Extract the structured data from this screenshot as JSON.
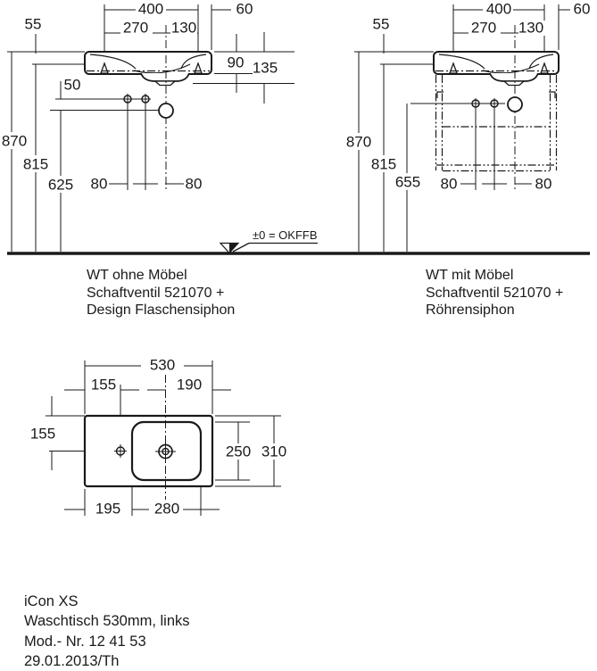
{
  "drawing": {
    "front_left": {
      "caption": [
        "WT ohne Möbel",
        "Schaftventil 521070 +",
        "Design Flaschensiphon"
      ],
      "d400": "400",
      "d60": "60",
      "d55": "55",
      "d270": "270",
      "d130": "130",
      "d90": "90",
      "d135": "135",
      "d50": "50",
      "d870": "870",
      "d815": "815",
      "d625": "625",
      "d80a": "80",
      "d80b": "80"
    },
    "front_right": {
      "caption": [
        "WT mit Möbel",
        "Schaftventil 521070 +",
        "Röhrensiphon"
      ],
      "d400": "400",
      "d60": "60",
      "d55": "55",
      "d270": "270",
      "d130": "130",
      "d870": "870",
      "d815": "815",
      "d655": "655",
      "d80a": "80",
      "d80b": "80"
    },
    "plan": {
      "d530": "530",
      "d155top": "155",
      "d190": "190",
      "d155side": "155",
      "d250": "250",
      "d310": "310",
      "d195": "195",
      "d280": "280"
    },
    "level_label": "±0 = OKFFB",
    "footer": [
      "iCon XS",
      "Waschtisch 530mm, links",
      "Mod.- Nr. 12 41 53",
      "29.01.2013/Th"
    ]
  }
}
